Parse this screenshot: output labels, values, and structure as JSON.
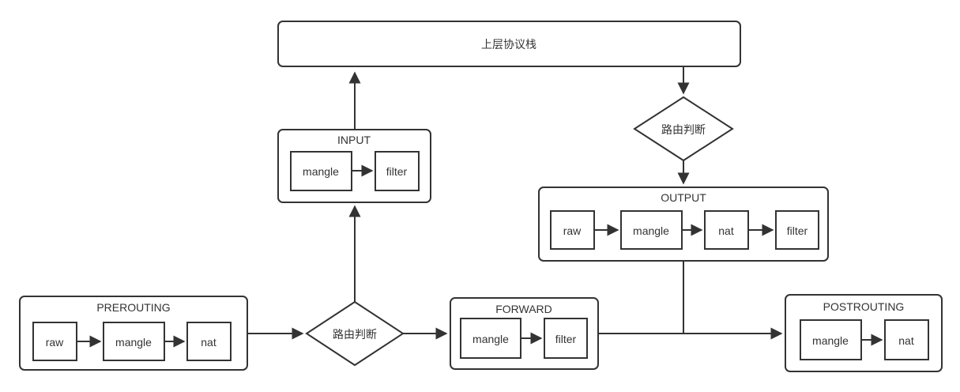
{
  "colors": {
    "stroke": "#333333",
    "node_fill": "#ffffff",
    "text": "#333333",
    "background": "#ffffff"
  },
  "nodes": {
    "protocol_stack": {
      "label": "上层协议栈"
    },
    "routing_decision_top": {
      "label": "路由判断"
    },
    "routing_decision_left": {
      "label": "路由判断"
    },
    "input": {
      "label": "INPUT",
      "tables": [
        "mangle",
        "filter"
      ]
    },
    "output": {
      "label": "OUTPUT",
      "tables": [
        "raw",
        "mangle",
        "nat",
        "filter"
      ]
    },
    "prerouting": {
      "label": "PREROUTING",
      "tables": [
        "raw",
        "mangle",
        "nat"
      ]
    },
    "forward": {
      "label": "FORWARD",
      "tables": [
        "mangle",
        "filter"
      ]
    },
    "postrouting": {
      "label": "POSTROUTING",
      "tables": [
        "mangle",
        "nat"
      ]
    }
  },
  "edges": [
    {
      "from": "PREROUTING",
      "to": "路由判断 (left)",
      "arrow": true
    },
    {
      "from": "路由判断 (left)",
      "to": "INPUT",
      "arrow": true
    },
    {
      "from": "路由判断 (left)",
      "to": "FORWARD",
      "arrow": true
    },
    {
      "from": "INPUT",
      "to": "上层协议栈",
      "arrow": true
    },
    {
      "from": "上层协议栈",
      "to": "路由判断 (top)",
      "arrow": true
    },
    {
      "from": "路由判断 (top)",
      "to": "OUTPUT",
      "arrow": true
    },
    {
      "from": "OUTPUT",
      "to": "FORWARD→POSTROUTING line (junction)",
      "arrow": false
    },
    {
      "from": "FORWARD",
      "to": "POSTROUTING",
      "arrow": true
    }
  ]
}
